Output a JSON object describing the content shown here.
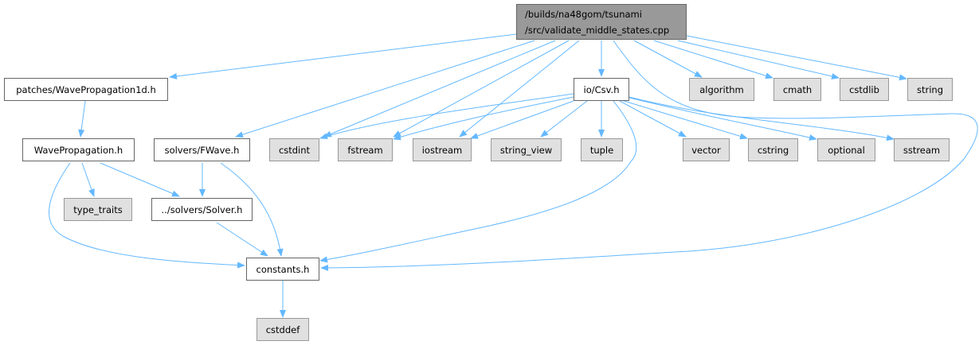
{
  "graph": {
    "root": {
      "line1": "/builds/na48gom/tsunami",
      "line2": "/src/validate_middle_states.cpp"
    },
    "nodes": {
      "patches": "patches/WavePropagation1d.h",
      "csv": "io/Csv.h",
      "algorithm": "algorithm",
      "cmath": "cmath",
      "cstdlib": "cstdlib",
      "string": "string",
      "wavepropagation": "WavePropagation.h",
      "fwave": "solvers/FWave.h",
      "cstdint": "cstdint",
      "fstream": "fstream",
      "iostream": "iostream",
      "string_view": "string_view",
      "tuple": "tuple",
      "vector": "vector",
      "cstring": "cstring",
      "optional": "optional",
      "sstream": "sstream",
      "type_traits": "type_traits",
      "solver": "../solvers/Solver.h",
      "constants": "constants.h",
      "cstddef": "cstddef"
    },
    "colors": {
      "edge": "#63b8ff",
      "root_fill": "#999999",
      "system_fill": "#e0e0e0",
      "project_fill": "#ffffff"
    }
  }
}
